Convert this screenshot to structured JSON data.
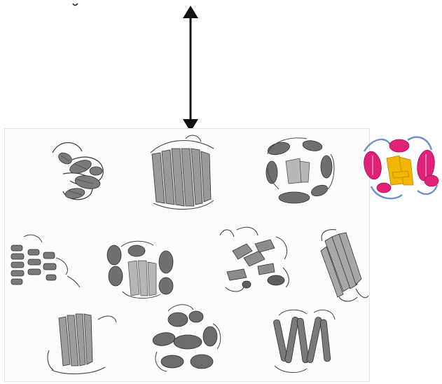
{
  "figure": {
    "arrow": {
      "direction": "vertical-double",
      "color": "#111111"
    },
    "ensemble": {
      "rows": 3,
      "structures": [
        {
          "id": "structure-r1c1",
          "style": "helical-bundle",
          "color": "gray"
        },
        {
          "id": "structure-r1c2",
          "style": "beta-barrel",
          "color": "gray"
        },
        {
          "id": "structure-r1c3",
          "style": "alpha-beta-barrel",
          "color": "gray"
        },
        {
          "id": "structure-r1c4-highlight",
          "style": "alpha-beta-fold",
          "color": "colored",
          "helix_color": "#e0217a",
          "strand_color": "#f2b705",
          "loop_color": "#6a8fd6"
        },
        {
          "id": "structure-r2c1",
          "style": "helical-repeat",
          "color": "gray"
        },
        {
          "id": "structure-r2c2",
          "style": "alpha-beta-sandwich",
          "color": "gray"
        },
        {
          "id": "structure-r2c3",
          "style": "beta-sheet-mixed",
          "color": "gray"
        },
        {
          "id": "structure-r2c4",
          "style": "beta-sandwich",
          "color": "gray"
        },
        {
          "id": "structure-r3c1",
          "style": "beta-sheet-open",
          "color": "gray"
        },
        {
          "id": "structure-r3c2",
          "style": "helical-globular",
          "color": "gray"
        },
        {
          "id": "structure-r3c3",
          "style": "transmembrane-helical",
          "color": "gray"
        }
      ]
    },
    "colors": {
      "gray_dark": "#3f3f3f",
      "gray_mid": "#8a8a8a",
      "gray_light": "#c8c8c8",
      "frame": "#e4e4e4"
    }
  }
}
